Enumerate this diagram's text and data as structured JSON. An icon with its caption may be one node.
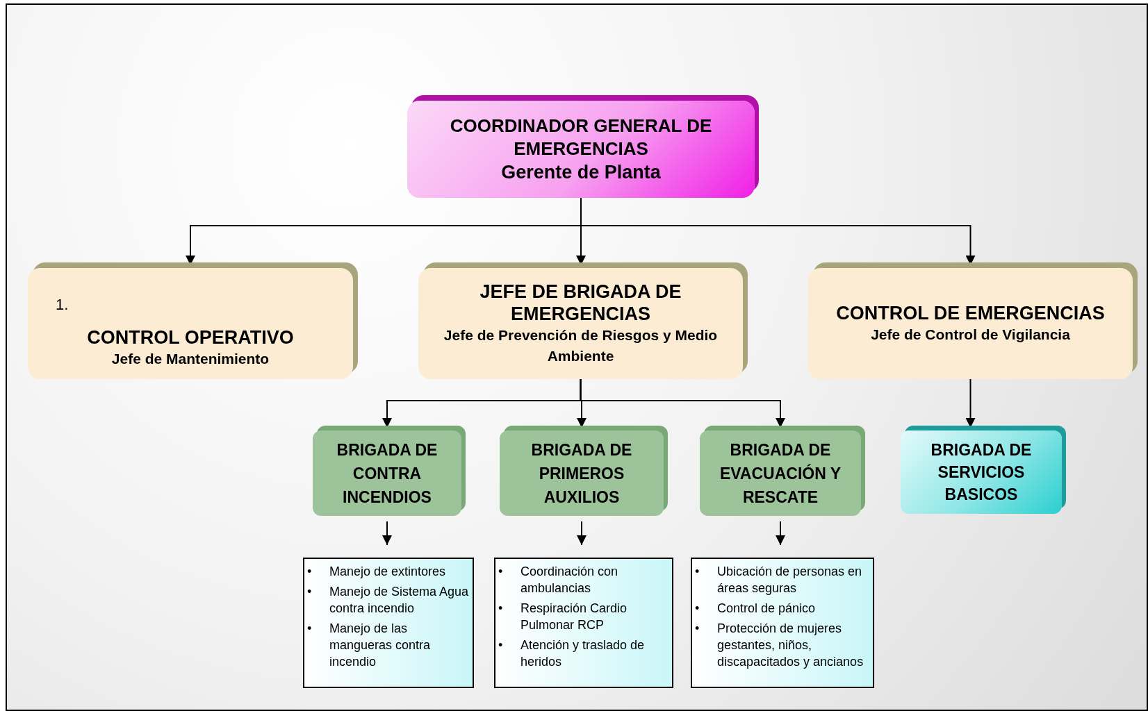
{
  "diagram": {
    "nodes": [
      {
        "text": [
          "COORDINADOR GENERAL DE EMERGENCIAS",
          "Gerente de Planta"
        ]
      },
      {
        "text": [
          "1.",
          "CONTROL OPERATIVO",
          "Jefe de Mantenimiento"
        ]
      },
      {
        "text": [
          "JEFE DE BRIGADA DE EMERGENCIAS",
          "Jefe de Prevención de Riesgos y Medio Ambiente"
        ]
      },
      {
        "text": [
          "CONTROL DE EMERGENCIAS",
          "Jefe de Control de Vigilancia"
        ]
      },
      {
        "text": [
          "BRIGADA DE CONTRA INCENDIOS"
        ]
      },
      {
        "text": [
          "BRIGADA DE PRIMEROS AUXILIOS"
        ]
      },
      {
        "text": [
          "BRIGADA DE EVACUACIÓN Y RESCATE"
        ]
      },
      {
        "text": [
          "BRIGADA DE SERVICIOS BASICOS"
        ]
      },
      {
        "text": [
          "Manejo de extintores",
          "Manejo de Sistema Agua contra incendio",
          "Manejo de las mangueras contra incendio"
        ]
      },
      {
        "text": [
          "Coordinación con ambulancias",
          "Respiración Cardio Pulmonar RCP",
          "Atención y traslado de heridos"
        ]
      },
      {
        "text": [
          "Ubicación de personas en áreas seguras",
          "Control de pánico",
          "Protección de mujeres gestantes, niños, discapacitados y ancianos"
        ]
      }
    ],
    "edges": [
      {
        "from": 0,
        "to": 1,
        "arrow": "to"
      },
      {
        "from": 0,
        "to": 2,
        "arrow": "to"
      },
      {
        "from": 0,
        "to": 3,
        "arrow": "to"
      },
      {
        "from": 2,
        "to": 4,
        "arrow": "to"
      },
      {
        "from": 2,
        "to": 5,
        "arrow": "to"
      },
      {
        "from": 2,
        "to": 6,
        "arrow": "to"
      },
      {
        "from": 3,
        "to": 7,
        "arrow": "to"
      },
      {
        "from": 4,
        "to": 8,
        "arrow": "to"
      },
      {
        "from": 5,
        "to": 9,
        "arrow": "to"
      },
      {
        "from": 6,
        "to": 10,
        "arrow": "to"
      }
    ],
    "labels": [
      "•",
      "•",
      "•",
      "•",
      "•",
      "•",
      "•",
      "•",
      "•"
    ]
  }
}
